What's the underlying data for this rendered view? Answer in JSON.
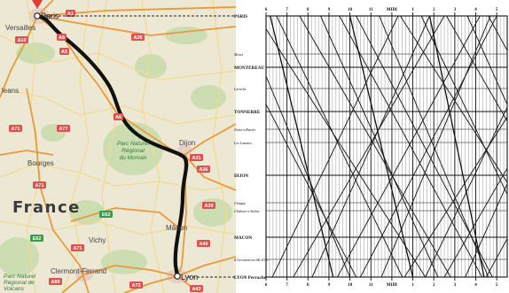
{
  "map": {
    "country_label": "France",
    "cities": [
      {
        "id": "paris",
        "label": "Paris"
      },
      {
        "id": "versailles",
        "label": "Versailles"
      },
      {
        "id": "orleans",
        "label": "leans"
      },
      {
        "id": "bourges",
        "label": "Bourges"
      },
      {
        "id": "dijon",
        "label": "Dijon"
      },
      {
        "id": "vichy",
        "label": "Vichy"
      },
      {
        "id": "macon",
        "label": "Mâcon"
      },
      {
        "id": "clermont",
        "label": "Clermont-Ferrand"
      },
      {
        "id": "lyon",
        "label": "Lyon"
      }
    ],
    "regions": [
      {
        "id": "morvan",
        "lines": [
          "Parc Naturel",
          "Régional",
          "du Morvan"
        ]
      },
      {
        "id": "volcans",
        "lines": [
          "Parc Naturel",
          "Régional de",
          "Volcans"
        ]
      }
    ],
    "roads": [
      {
        "id": "a10",
        "label": "A10"
      },
      {
        "id": "a6-top",
        "label": "A6"
      },
      {
        "id": "a5",
        "label": "A5"
      },
      {
        "id": "a26",
        "label": "A26"
      },
      {
        "id": "a6-mid",
        "label": "A6"
      },
      {
        "id": "a77",
        "label": "A77"
      },
      {
        "id": "a71-top",
        "label": "A71"
      },
      {
        "id": "a71-mid",
        "label": "A71"
      },
      {
        "id": "a71-low",
        "label": "A71"
      },
      {
        "id": "a31",
        "label": "A31"
      },
      {
        "id": "a36",
        "label": "A36"
      },
      {
        "id": "a39",
        "label": "A39"
      },
      {
        "id": "a40",
        "label": "A40"
      },
      {
        "id": "a43",
        "label": "A43"
      },
      {
        "id": "a72",
        "label": "A72"
      },
      {
        "id": "a89",
        "label": "A89"
      },
      {
        "id": "e62",
        "label": "E62"
      },
      {
        "id": "e62b",
        "label": "E62"
      },
      {
        "id": "n7",
        "label": "A1"
      }
    ]
  },
  "marey": {
    "hours_top": [
      "6",
      "7",
      "8",
      "9",
      "10",
      "11",
      "MIDI",
      "1",
      "2",
      "3",
      "4",
      "5"
    ],
    "hours_bottom": [
      "6",
      "7",
      "8",
      "9",
      "10",
      "11",
      "MIDI",
      "1",
      "2",
      "3",
      "4",
      "5"
    ],
    "stations": [
      {
        "id": "paris",
        "label": "PARIS",
        "style": "big"
      },
      {
        "id": "moret",
        "label": "Moret",
        "style": "small"
      },
      {
        "id": "montereau",
        "label": "MONTEREAU",
        "style": "big"
      },
      {
        "id": "laroche",
        "label": "Laroche",
        "style": "small"
      },
      {
        "id": "tonnerre",
        "label": "TONNERRE",
        "style": "big"
      },
      {
        "id": "nuits",
        "label": "Nuits-s-Ravièr",
        "style": "small"
      },
      {
        "id": "laumes",
        "label": "Les Laumes",
        "style": "small"
      },
      {
        "id": "dijon",
        "label": "DIJON",
        "style": "big"
      },
      {
        "id": "chagny",
        "label": "Chagny",
        "style": "small"
      },
      {
        "id": "chalons",
        "label": "Chalons-s-Saône",
        "style": "small"
      },
      {
        "id": "macon",
        "label": "MACON",
        "style": "big"
      },
      {
        "id": "st-germain",
        "label": "S.Germain-au-Mt.d'Or",
        "style": "small"
      },
      {
        "id": "lyon",
        "label": "LYON Perrache",
        "style": "big"
      }
    ]
  }
}
